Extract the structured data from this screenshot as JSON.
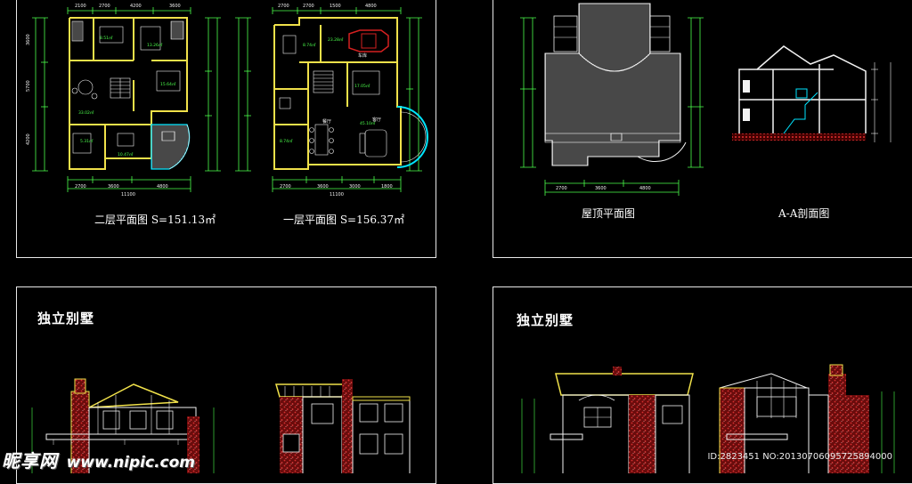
{
  "sheets": {
    "top_left": {
      "second_floor_plan_title": "二层平面图 S=151.13㎡",
      "first_floor_plan_title": "一层平面图 S=156.37㎡",
      "dims_top": [
        "2100",
        "2700",
        "4200",
        "3600"
      ],
      "dims_bottom": [
        "2700",
        "3600",
        "4800"
      ],
      "total_width": "11100"
    },
    "top_right": {
      "roof_plan_title": "屋顶平面图",
      "section_title": "A-A剖面图"
    },
    "bottom_left": {
      "heading": "独立别墅"
    },
    "bottom_right": {
      "heading": "独立别墅"
    }
  },
  "watermark": {
    "logo": "昵享网",
    "url": "www.nipic.com",
    "id": "ID:2823451 NO:20130706095725894000"
  },
  "colors": {
    "line_white": "#f2f2f2",
    "line_yellow": "#f0e14a",
    "line_green": "#4cff4c",
    "line_cyan": "#00e5ff",
    "brick_red": "#b02020",
    "car_red": "#d42020"
  }
}
